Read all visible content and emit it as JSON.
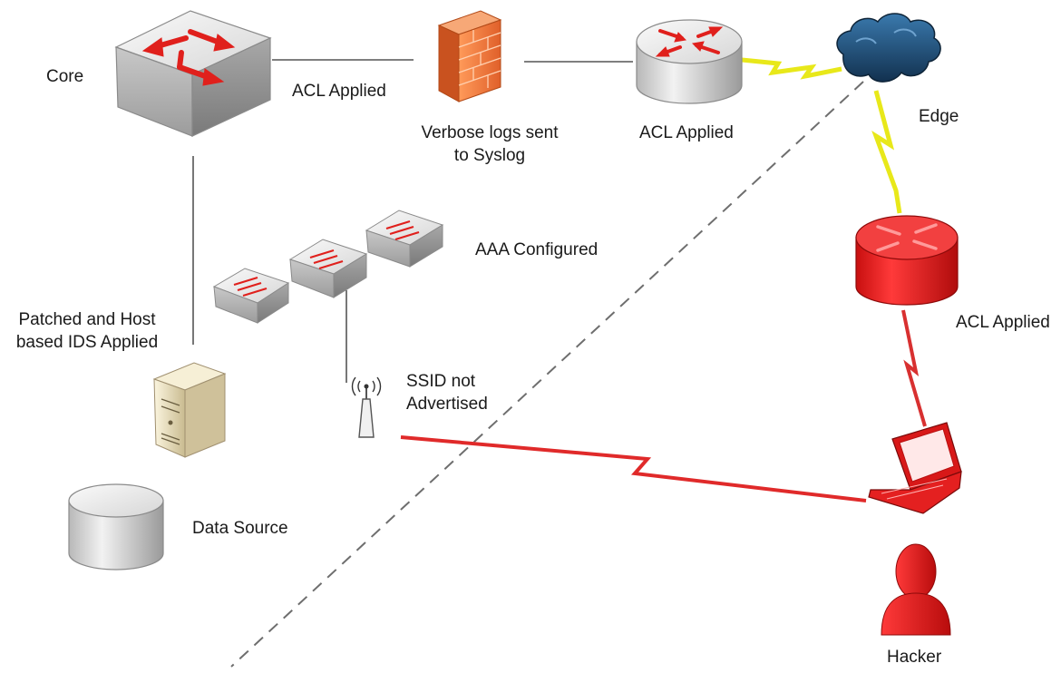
{
  "labels": {
    "core": "Core",
    "acl_core_fw": "ACL Applied",
    "verbose_line1": "Verbose logs sent",
    "verbose_line2": "to Syslog",
    "acl_router": "ACL Applied",
    "edge": "Edge",
    "aaa": "AAA Configured",
    "patched_line1": "Patched and Host",
    "patched_line2": "based IDS Applied",
    "ssid_line1": "SSID not",
    "ssid_line2": "Advertised",
    "acl_red_router": "ACL Applied",
    "data_source": "Data Source",
    "hacker": "Hacker"
  },
  "colors": {
    "safe_device": "#dcdcdc",
    "threat": "#e31b1b",
    "arrow_red": "#e0201c",
    "link_wireless_safe": "#e8e81a",
    "link_wireless_threat": "#e02a2a",
    "cloud": "#1f4f7a",
    "firewall": "#f07a3a",
    "server": "#efe6c8"
  },
  "icons": {
    "core_switch": "layer3-switch-icon",
    "firewall": "firewall-icon",
    "edge_router": "router-icon",
    "internet_cloud": "cloud-icon",
    "access_switches": "switch-icon",
    "server": "server-icon",
    "database": "database-icon",
    "access_point": "wireless-access-point-icon",
    "hacker_router": "router-icon",
    "laptop": "laptop-icon",
    "hacker_person": "user-icon"
  }
}
